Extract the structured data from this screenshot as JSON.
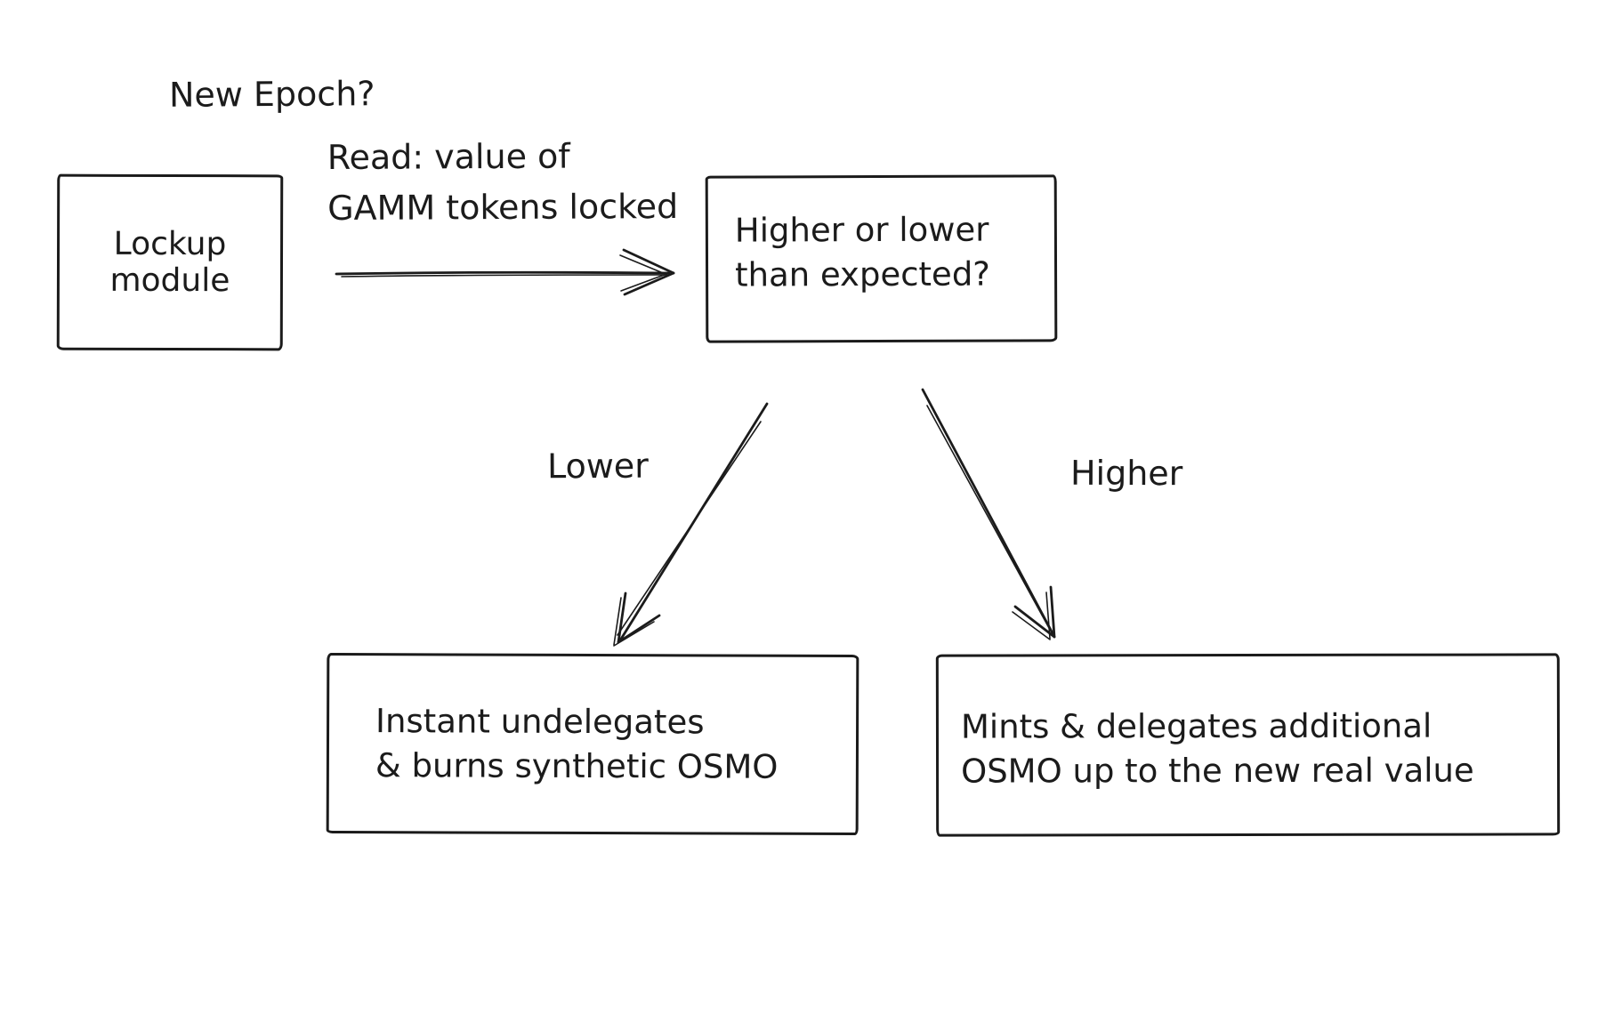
{
  "diagram": {
    "background": "#ffffff",
    "ink": "#1b1b1b",
    "question_label": "New Epoch?",
    "edges": {
      "read": {
        "label": "Read: value of\nGAMM tokens locked"
      },
      "lower": {
        "label": "Lower"
      },
      "higher": {
        "label": "Higher"
      }
    },
    "nodes": {
      "lockup": {
        "text": "Lockup\nmodule"
      },
      "decision": {
        "text": "Higher or lower\nthan expected?"
      },
      "lower_outcome": {
        "text": "Instant undelegates\n& burns synthetic OSMO"
      },
      "higher_outcome": {
        "text": "Mints & delegates additional\nOSMO up to the new real value"
      }
    }
  }
}
